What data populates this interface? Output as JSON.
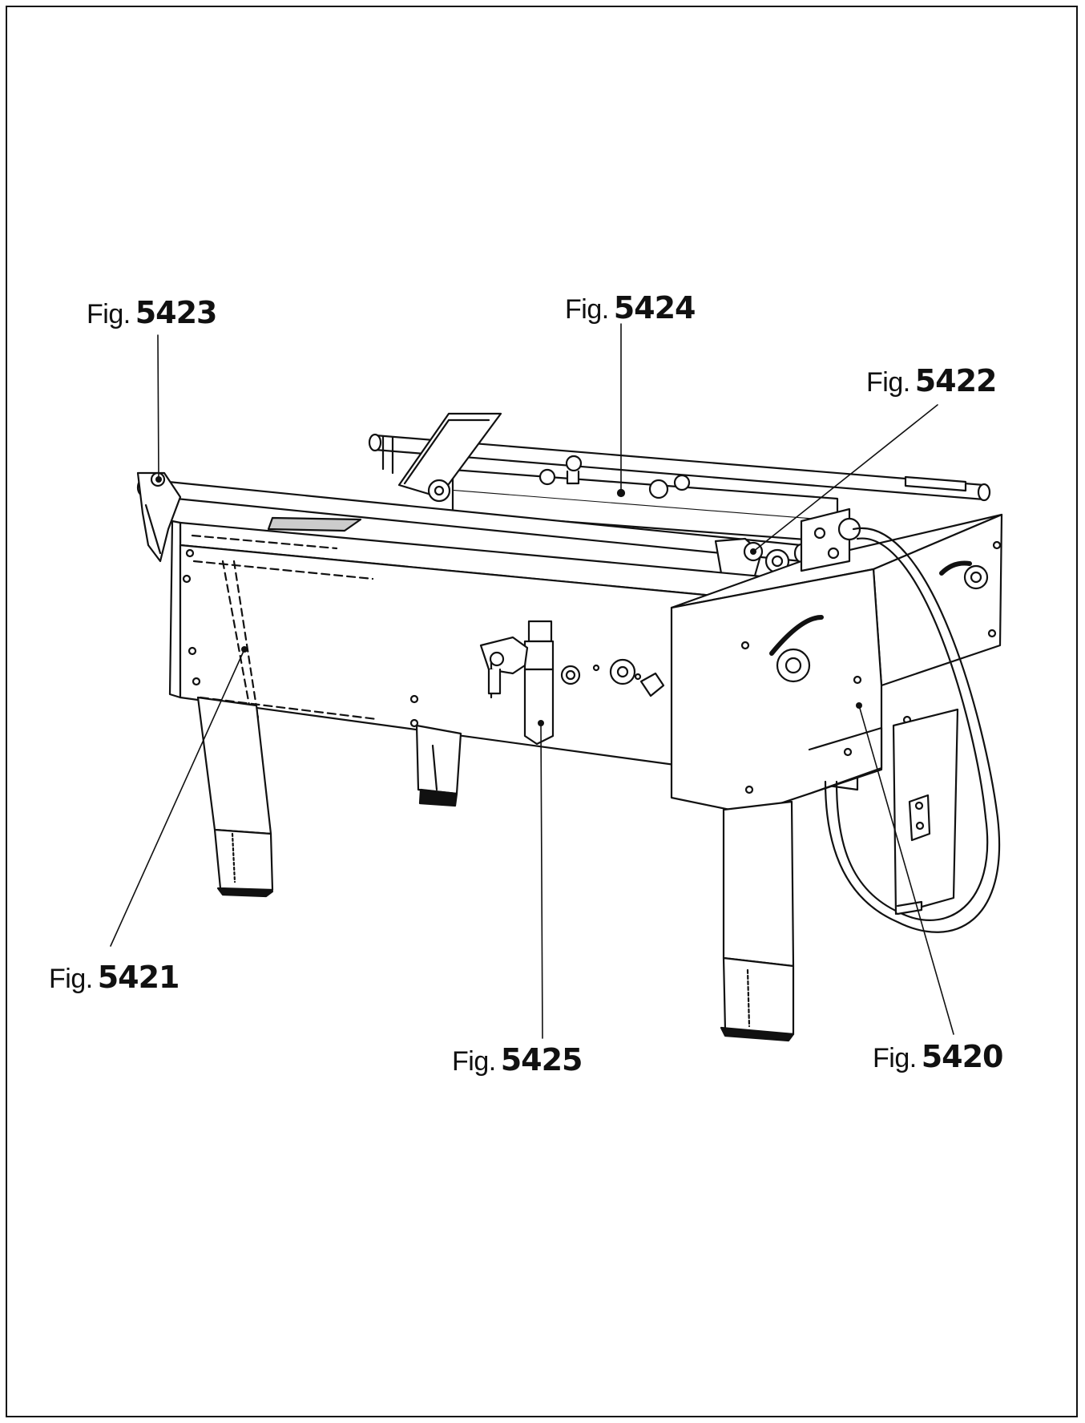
{
  "callouts": [
    {
      "id": "fig-5423",
      "prefix": "Fig.",
      "number": "5423"
    },
    {
      "id": "fig-5424",
      "prefix": "Fig.",
      "number": "5424"
    },
    {
      "id": "fig-5422",
      "prefix": "Fig.",
      "number": "5422"
    },
    {
      "id": "fig-5421",
      "prefix": "Fig.",
      "number": "5421"
    },
    {
      "id": "fig-5425",
      "prefix": "Fig.",
      "number": "5425"
    },
    {
      "id": "fig-5420",
      "prefix": "Fig.",
      "number": "5420"
    }
  ]
}
